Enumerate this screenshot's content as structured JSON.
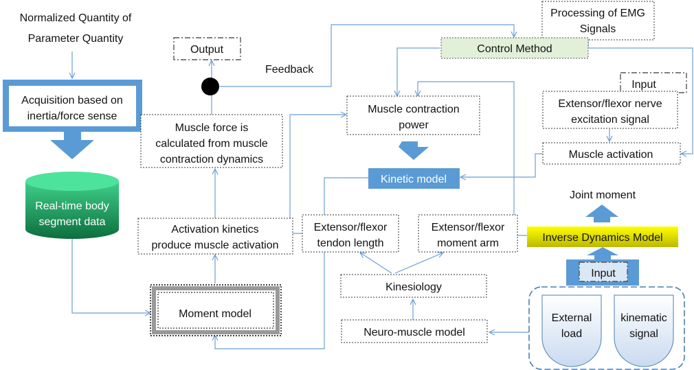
{
  "texts": {
    "normalized_line1": "Normalized Quantity of",
    "normalized_line2": "Parameter Quantity",
    "output": "Output",
    "feedback": "Feedback",
    "emg_line1": "Processing of EMG",
    "emg_line2": "Signals",
    "control_method": "Control Method",
    "input_top": "Input",
    "acquisition_line1": "Acquisition based on",
    "acquisition_line2": "inertia/force sense",
    "muscle_contraction_line1": "Muscle contraction",
    "muscle_contraction_line2": "power",
    "nerve_line1": "Extensor/flexor nerve",
    "nerve_line2": "excitation signal",
    "muscle_force_line1": "Muscle force is",
    "muscle_force_line2": "calculated from muscle",
    "muscle_force_line3": "contraction dynamics",
    "muscle_activation": "Muscle activation",
    "kinetic_model": "Kinetic model",
    "realtime_line1": "Real-time body",
    "realtime_line2": "segment data",
    "joint_moment": "Joint moment",
    "activation_line1": "Activation kinetics",
    "activation_line2": "produce muscle activation",
    "tendon_line1": "Extensor/flexor",
    "tendon_line2": "tendon length",
    "moment_arm_line1": "Extensor/flexor",
    "moment_arm_line2": "moment arm",
    "inverse_dynamics": "Inverse Dynamics Model",
    "input_bottom": "Input",
    "kinesiology": "Kinesiology",
    "moment_model": "Moment model",
    "external_line1": "External",
    "external_line2": "load",
    "kinematic_line1": "kinematic",
    "kinematic_line2": "signal",
    "neuro_muscle": "Neuro-muscle model"
  },
  "colors": {
    "connector": "#6a9fd4",
    "block_blue": "#5b9bd5",
    "control_fill": "#e2efd9",
    "inverse_fill_top": "#ffff00",
    "inverse_fill_bottom": "#bdb800",
    "cylinder_top": "#3fd08a",
    "cylinder_bottom": "#0d6e3e",
    "input_fill": "#dae7f5",
    "container_fill": "#dce8f5"
  }
}
